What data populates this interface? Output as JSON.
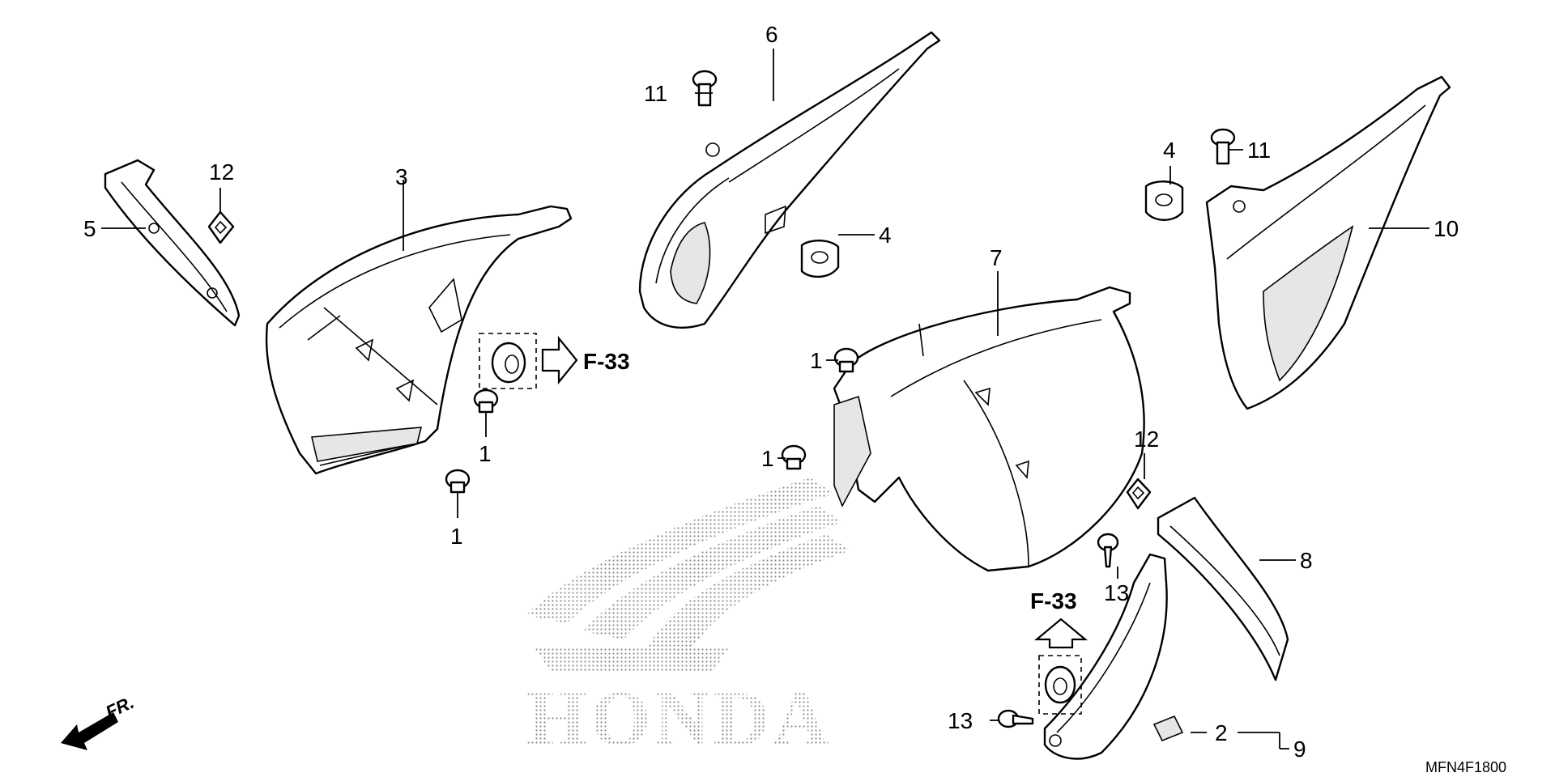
{
  "diagram": {
    "drawing_code": "MFN4F1800",
    "front_marker": "FR.",
    "watermark_text": "HONDA",
    "ref_labels": [
      "F-33",
      "F-33"
    ],
    "callouts": [
      "1",
      "1",
      "1",
      "1",
      "2",
      "3",
      "4",
      "4",
      "5",
      "6",
      "7",
      "8",
      "9",
      "10",
      "11",
      "11",
      "12",
      "12",
      "13",
      "13"
    ]
  }
}
